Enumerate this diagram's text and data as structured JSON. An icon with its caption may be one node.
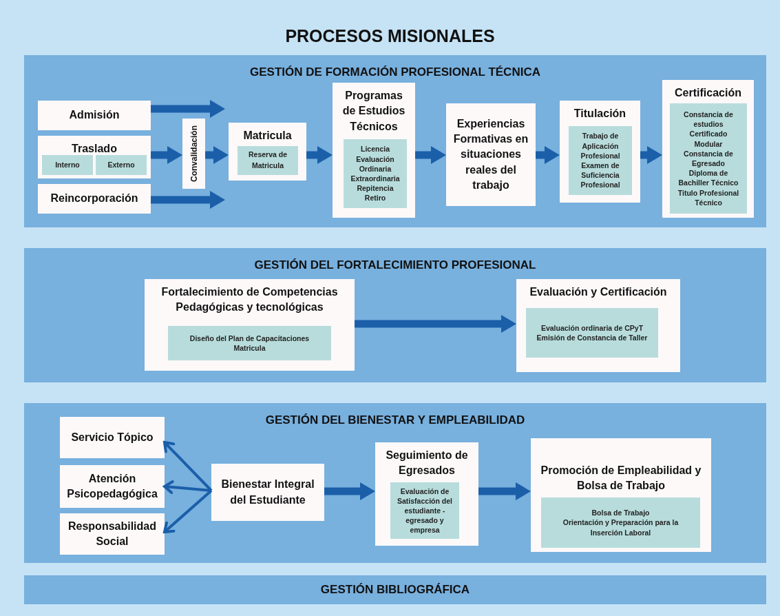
{
  "diagram": {
    "title": "PROCESOS MISIONALES",
    "nodes": [
      {
        "text": [
          "GESTIÓN DE FORMACIÓN PROFESIONAL TÉCNICA"
        ]
      },
      {
        "text": [
          "Admisión"
        ],
        "in": 0
      },
      {
        "text": [
          "Traslado"
        ],
        "in": 0
      },
      {
        "text": [
          "Interno"
        ],
        "in": 2
      },
      {
        "text": [
          "Externo"
        ],
        "in": 2
      },
      {
        "text": [
          "Reincorporación"
        ],
        "in": 0
      },
      {
        "text": [
          "Convalidación"
        ],
        "in": 0
      },
      {
        "text": [
          "Matricula"
        ],
        "in": 0
      },
      {
        "text": [
          "Reserva de Matricula"
        ],
        "in": 7
      },
      {
        "text": [
          "Programas de Estudios Técnicos"
        ],
        "in": 0
      },
      {
        "text": [
          "Licencia",
          "Evaluación Ordinaria Extraordinaria",
          "Repitencia",
          "Retiro"
        ],
        "in": 9
      },
      {
        "text": [
          "Experiencias Formativas en situaciones reales del trabajo"
        ],
        "in": 0
      },
      {
        "text": [
          "Titulación"
        ],
        "in": 0
      },
      {
        "text": [
          "Trabajo de Aplicación Profesional",
          "Examen de Suficiencia Profesional"
        ],
        "in": 12
      },
      {
        "text": [
          "Certificación"
        ],
        "in": 0
      },
      {
        "text": [
          "Constancia de estudios",
          "Certificado Modular",
          "Constancia de Egresado",
          "Diploma de Bachiller Técnico",
          "Titulo Profesional Técnico"
        ],
        "in": 14
      },
      {
        "text": [
          "GESTIÓN DEL FORTALECIMIENTO PROFESIONAL"
        ]
      },
      {
        "text": [
          "Fortalecimiento de Competencias Pedagógicas y tecnológicas"
        ],
        "in": 16
      },
      {
        "text": [
          "Diseño del Plan de Capacitaciones",
          "Matricula"
        ],
        "in": 17
      },
      {
        "text": [
          "Evaluación y Certificación"
        ],
        "in": 16
      },
      {
        "text": [
          "Evaluación ordinaria de CPyT",
          "Emisión de Constancia de Taller"
        ],
        "in": 19
      },
      {
        "text": [
          "GESTIÓN DEL BIENESTAR Y EMPLEABILIDAD"
        ]
      },
      {
        "text": [
          "Servicio Tópico"
        ],
        "in": 21
      },
      {
        "text": [
          "Atención Psicopedagógica"
        ],
        "in": 21
      },
      {
        "text": [
          "Responsabilidad Social"
        ],
        "in": 21
      },
      {
        "text": [
          "Bienestar Integral del Estudiante"
        ],
        "in": 21
      },
      {
        "text": [
          "Seguimiento de Egresados"
        ],
        "in": 21
      },
      {
        "text": [
          "Evaluación de Satisfacción del estudiante - egresado y empresa"
        ],
        "in": 26
      },
      {
        "text": [
          "Promoción de Empleabilidad y Bolsa de Trabajo"
        ],
        "in": 21
      },
      {
        "text": [
          "Bolsa de Trabajo",
          "Orientación y Preparación para la Inserción Laboral"
        ],
        "in": 28
      },
      {
        "text": [
          "GESTIÓN BIBLIOGRÁFICA"
        ]
      }
    ],
    "edges": [
      {
        "from": 1,
        "to": 6,
        "arrow": "to"
      },
      {
        "from": 2,
        "to": 6,
        "arrow": "to"
      },
      {
        "from": 5,
        "to": 6,
        "arrow": "to"
      },
      {
        "from": 6,
        "to": 7,
        "arrow": "to"
      },
      {
        "from": 7,
        "to": 9,
        "arrow": "to"
      },
      {
        "from": 9,
        "to": 11,
        "arrow": "to"
      },
      {
        "from": 11,
        "to": 12,
        "arrow": "to"
      },
      {
        "from": 12,
        "to": 14,
        "arrow": "to"
      },
      {
        "from": 17,
        "to": 19,
        "arrow": "to"
      },
      {
        "from": 25,
        "to": 22,
        "arrow": "to"
      },
      {
        "from": 25,
        "to": 23,
        "arrow": "to"
      },
      {
        "from": 25,
        "to": 24,
        "arrow": "to"
      },
      {
        "from": 25,
        "to": 26,
        "arrow": "to"
      },
      {
        "from": 26,
        "to": 28,
        "arrow": "to"
      }
    ]
  }
}
